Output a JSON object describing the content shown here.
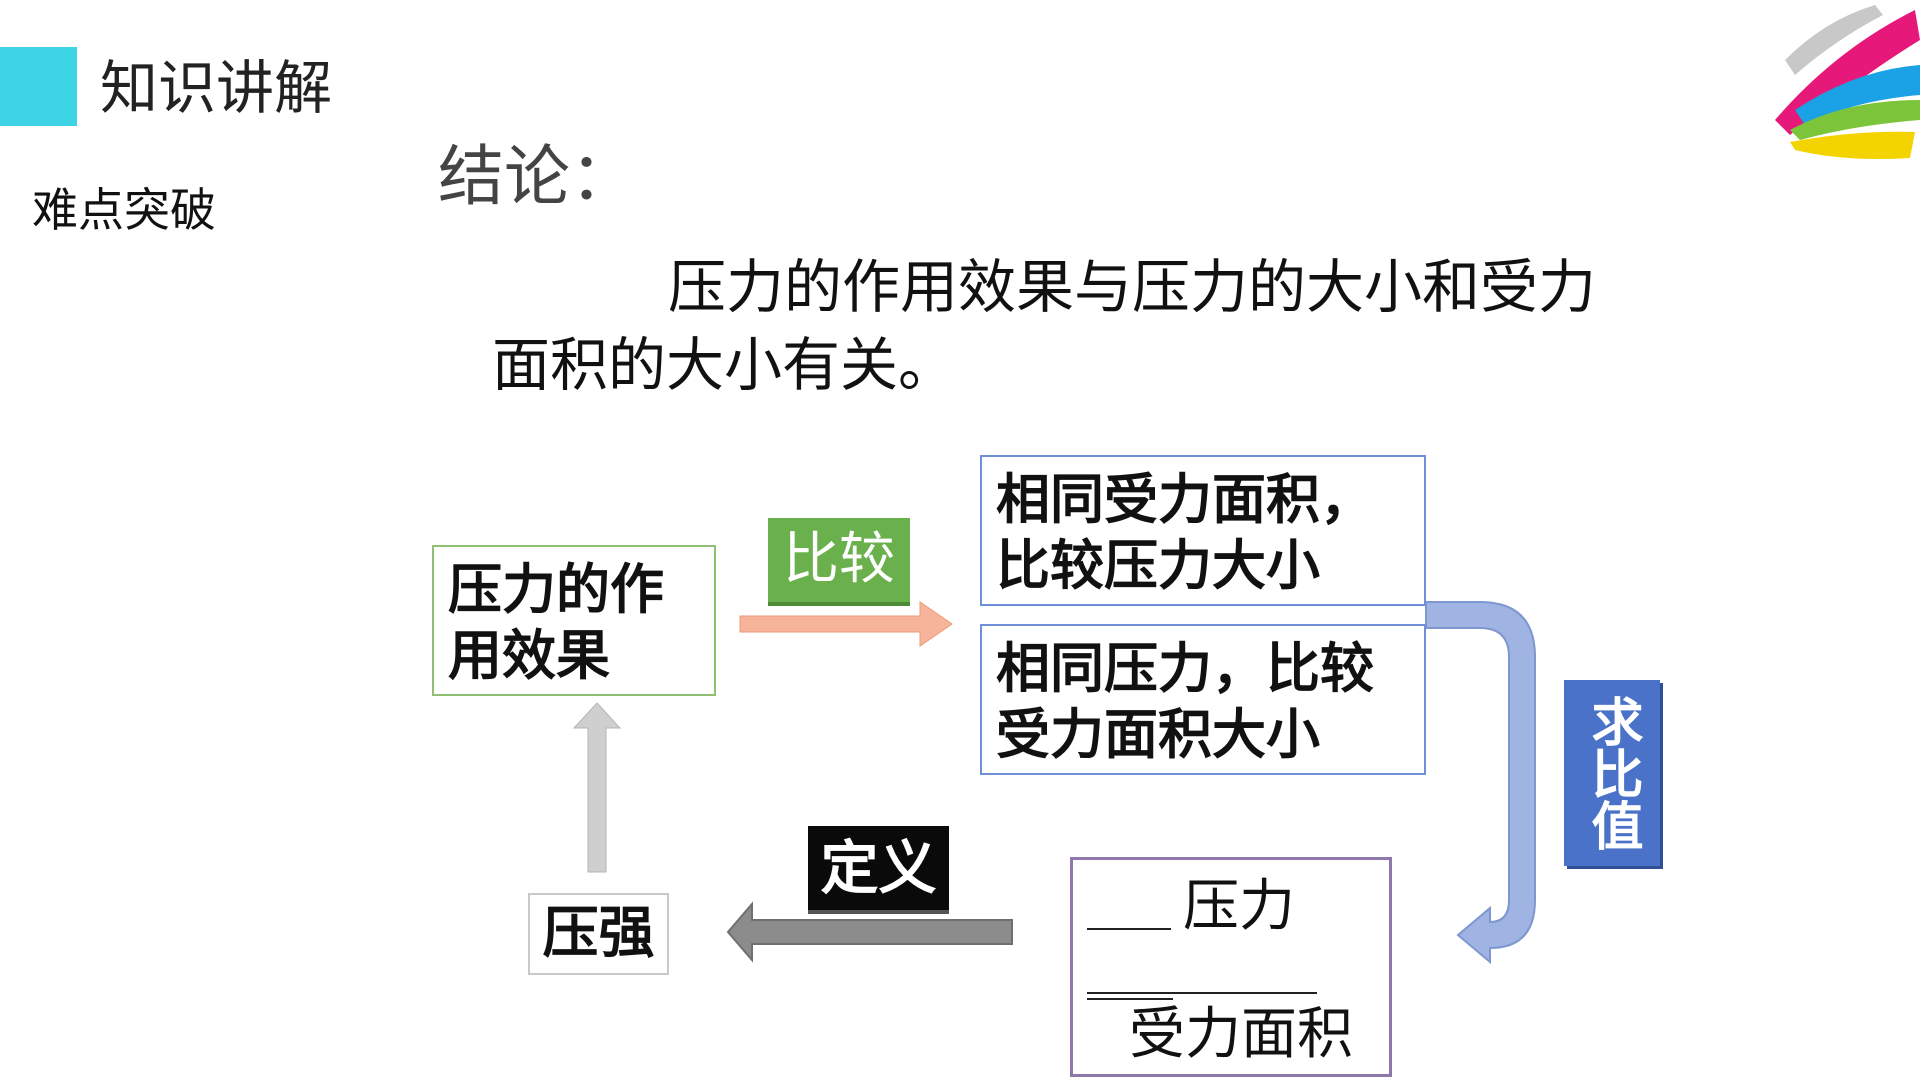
{
  "header": {
    "section_title": "知识讲解",
    "subsection": "难点突破",
    "accent_color": "#3dd4e6"
  },
  "conclusion": {
    "label": "结论：",
    "text": "压力的作用效果与压力的大小和受力面积的大小有关。"
  },
  "diagram": {
    "node_effect": "压力的作用效果",
    "node_same_area": "相同受力面积，比较压力大小",
    "node_same_force": "相同压力，比较受力面积大小",
    "node_pressure": "压强",
    "formula_numerator": "压力",
    "formula_denominator": "受力面积",
    "edge_compare": "比较",
    "edge_ratio": "求比值",
    "edge_define": "定义",
    "colors": {
      "compare_tag": "#6ab04c",
      "compare_arrow": "#f6b49a",
      "ratio_tag": "#4a72c8",
      "ratio_arrow": "#9fb4e3",
      "define_tag": "#0a0a0a",
      "define_arrow": "#8c8c8c",
      "up_arrow": "#c8c8c8",
      "effect_border": "#8fbf73",
      "condition_border": "#6f8fd8",
      "formula_border": "#8e77a9"
    }
  },
  "logo": {
    "icon": "brush-stroke-logo-icon",
    "colors": [
      "#c8c8c8",
      "#e6197a",
      "#1aa1e6",
      "#7cc43a",
      "#f4d400"
    ]
  }
}
